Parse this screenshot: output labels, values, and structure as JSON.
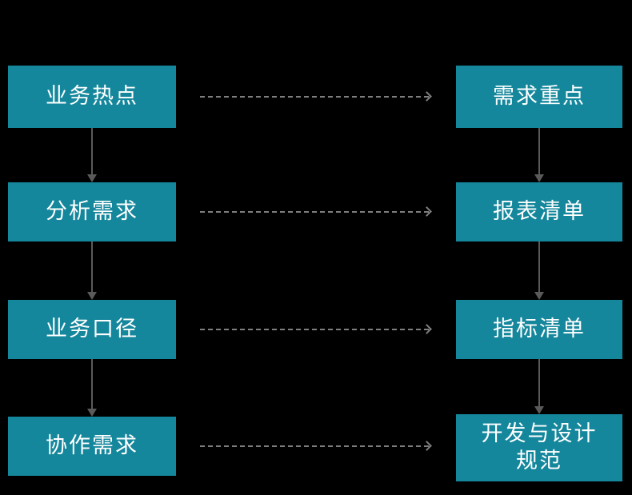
{
  "diagram": {
    "colors": {
      "background": "#000000",
      "box-fill": "#15879c",
      "box-text": "#ffffff",
      "v-arrow": "#5a5a5a",
      "h-arrow": "#7f7f7f"
    },
    "left_column": [
      {
        "label": "业务热点"
      },
      {
        "label": "分析需求"
      },
      {
        "label": "业务口径"
      },
      {
        "label": "协作需求"
      }
    ],
    "right_column": [
      {
        "label": "需求重点"
      },
      {
        "label": "报表清单"
      },
      {
        "label": "指标清单"
      },
      {
        "label": "开发与设计\n规范"
      }
    ]
  }
}
